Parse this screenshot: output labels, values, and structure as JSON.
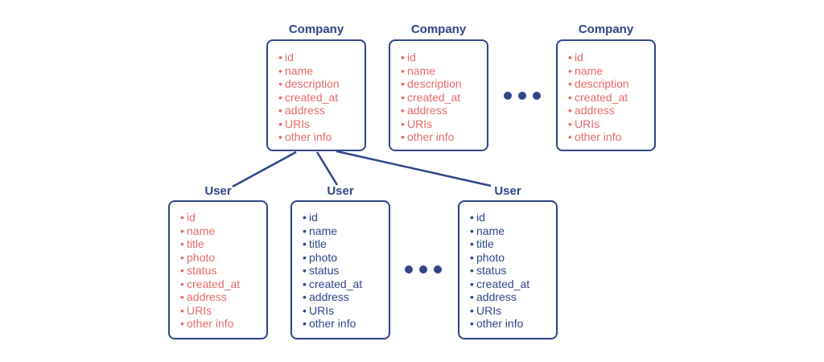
{
  "colors": {
    "outline": "#2e4588",
    "highlight_text": "#e66a6a",
    "default_text": "#2e4588"
  },
  "companies": [
    {
      "title": "Company",
      "highlighted": true,
      "fields": [
        "id",
        "name",
        "description",
        "created_at",
        "address",
        "URIs",
        "other info"
      ]
    },
    {
      "title": "Company",
      "highlighted": true,
      "fields": [
        "id",
        "name",
        "description",
        "created_at",
        "address",
        "URIs",
        "other info"
      ]
    },
    {
      "title": "Company",
      "highlighted": true,
      "fields": [
        "id",
        "name",
        "description",
        "created_at",
        "address",
        "URIs",
        "other info"
      ]
    }
  ],
  "users": [
    {
      "title": "User",
      "highlighted": true,
      "fields": [
        "id",
        "name",
        "title",
        "photo",
        "status",
        "created_at",
        "address",
        "URIs",
        "other info"
      ]
    },
    {
      "title": "User",
      "highlighted": false,
      "fields": [
        "id",
        "name",
        "title",
        "photo",
        "status",
        "created_at",
        "address",
        "URIs",
        "other info"
      ]
    },
    {
      "title": "User",
      "highlighted": false,
      "fields": [
        "id",
        "name",
        "title",
        "photo",
        "status",
        "created_at",
        "address",
        "URIs",
        "other info"
      ]
    }
  ],
  "bullet_char": "•",
  "ellipsis_icon": "ellipsis-dots-icon"
}
